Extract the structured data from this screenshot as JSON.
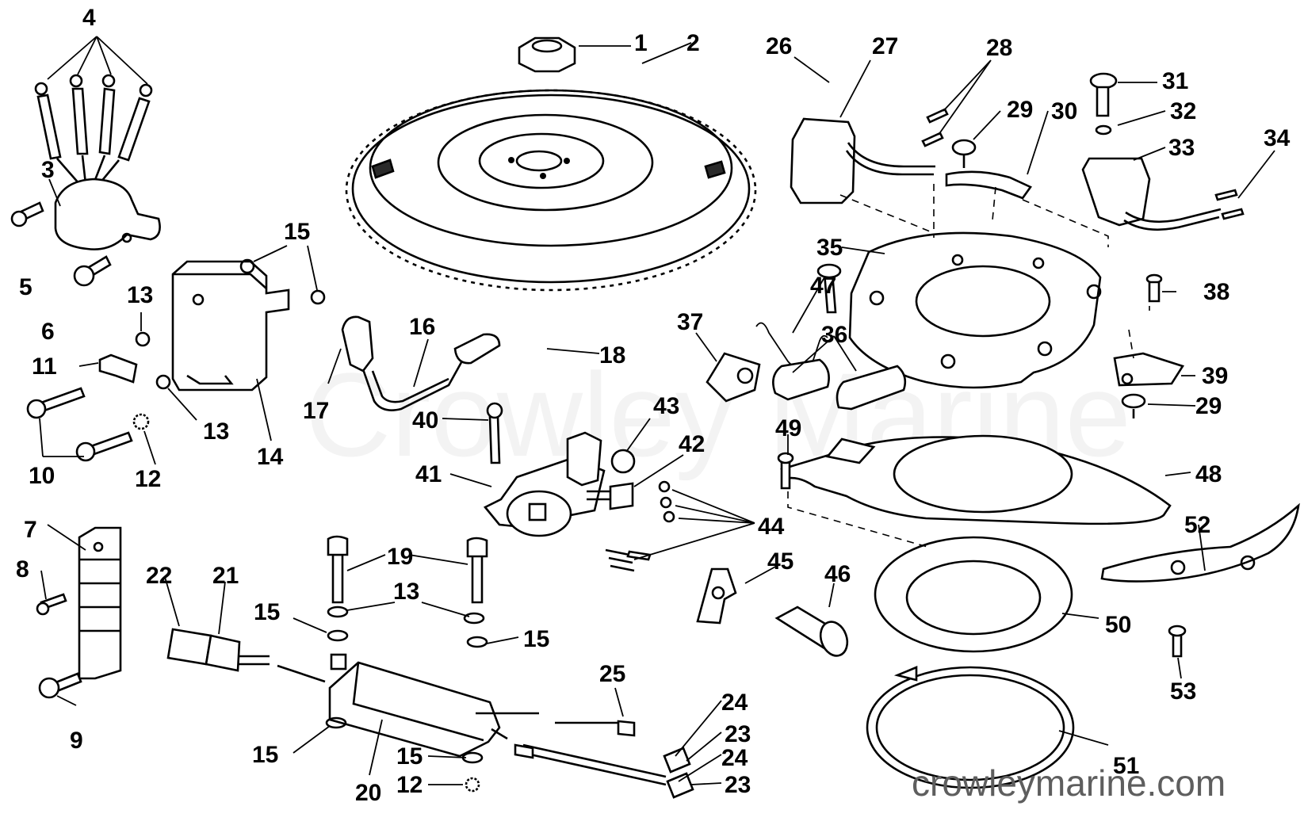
{
  "watermark": "Crowley Marine",
  "site_url": "crowleymarine.com",
  "callouts": [
    {
      "n": "1"
    },
    {
      "n": "2"
    },
    {
      "n": "3"
    },
    {
      "n": "4"
    },
    {
      "n": "5"
    },
    {
      "n": "6"
    },
    {
      "n": "7"
    },
    {
      "n": "8"
    },
    {
      "n": "9"
    },
    {
      "n": "10"
    },
    {
      "n": "11"
    },
    {
      "n": "12"
    },
    {
      "n": "12"
    },
    {
      "n": "13"
    },
    {
      "n": "13"
    },
    {
      "n": "13"
    },
    {
      "n": "14"
    },
    {
      "n": "15"
    },
    {
      "n": "15"
    },
    {
      "n": "15"
    },
    {
      "n": "15"
    },
    {
      "n": "15"
    },
    {
      "n": "16"
    },
    {
      "n": "17"
    },
    {
      "n": "18"
    },
    {
      "n": "19"
    },
    {
      "n": "20"
    },
    {
      "n": "21"
    },
    {
      "n": "22"
    },
    {
      "n": "23"
    },
    {
      "n": "23"
    },
    {
      "n": "24"
    },
    {
      "n": "24"
    },
    {
      "n": "25"
    },
    {
      "n": "26"
    },
    {
      "n": "27"
    },
    {
      "n": "28"
    },
    {
      "n": "29"
    },
    {
      "n": "29"
    },
    {
      "n": "30"
    },
    {
      "n": "31"
    },
    {
      "n": "32"
    },
    {
      "n": "33"
    },
    {
      "n": "34"
    },
    {
      "n": "35"
    },
    {
      "n": "36"
    },
    {
      "n": "37"
    },
    {
      "n": "38"
    },
    {
      "n": "39"
    },
    {
      "n": "40"
    },
    {
      "n": "41"
    },
    {
      "n": "42"
    },
    {
      "n": "43"
    },
    {
      "n": "44"
    },
    {
      "n": "45"
    },
    {
      "n": "46"
    },
    {
      "n": "47"
    },
    {
      "n": "48"
    },
    {
      "n": "49"
    },
    {
      "n": "50"
    },
    {
      "n": "51"
    },
    {
      "n": "52"
    },
    {
      "n": "53"
    }
  ]
}
